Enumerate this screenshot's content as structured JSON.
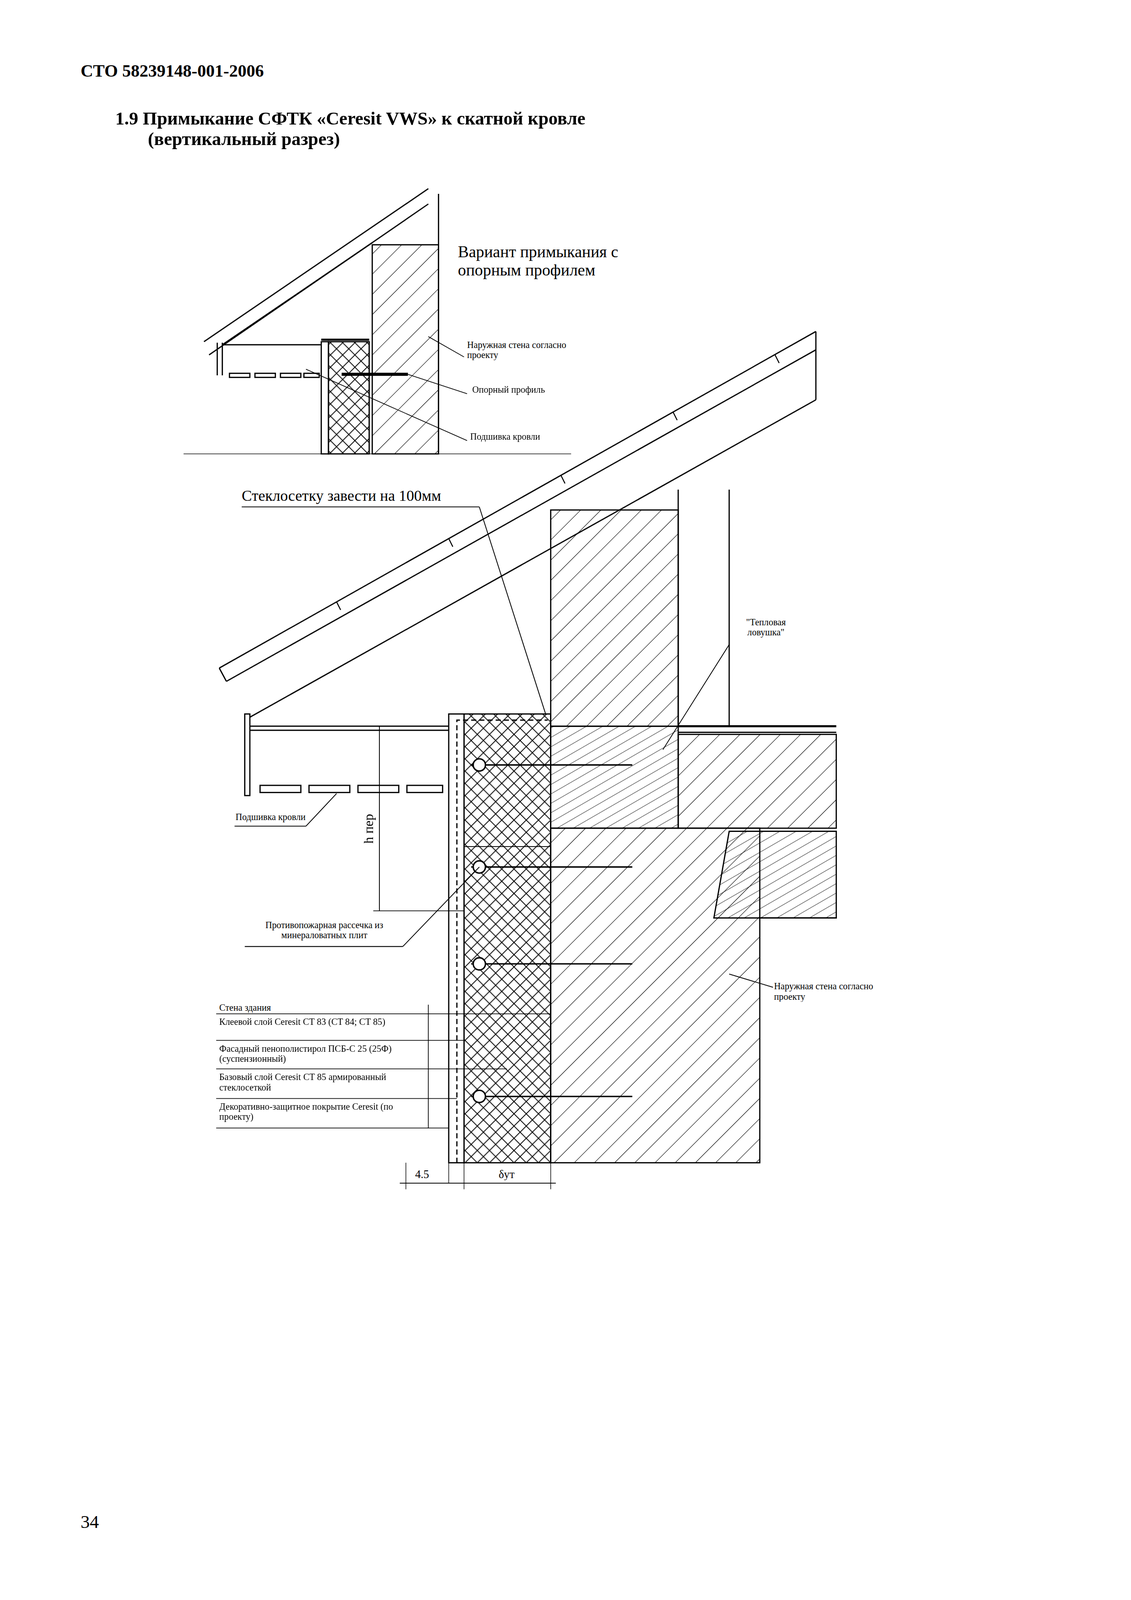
{
  "diagram": {
    "title": "1.9 Примыкание СФТК «Ceresit VWS» к скатной кровле (вертикальный разрез)",
    "labels": [
      "СТО 58239148-001-2006",
      "Вариант примыкания с опорным профилем",
      "Наружная стена согласно проекту",
      "Опорный профиль",
      "Подшивка кровли",
      "Стеклосетку завести на 100мм",
      "\"Тепловая ловушка\"",
      "Подшивка кровли",
      "h пер",
      "Противопожарная рассечка из минераловатных плит",
      "Наружная стена согласно проекту",
      "Стена здания",
      "Клеевой слой Ceresit CT 83 (CT 84; CT 85)",
      "Фасадный пенополистирол ПСБ-С 25 (25Ф) (суспензионный)",
      "Базовый слой Ceresit CT 85 армированный стеклосеткой",
      "Декоративно-защитное покрытие Ceresit (по проекту)",
      "4.5",
      "δут",
      "34"
    ]
  }
}
